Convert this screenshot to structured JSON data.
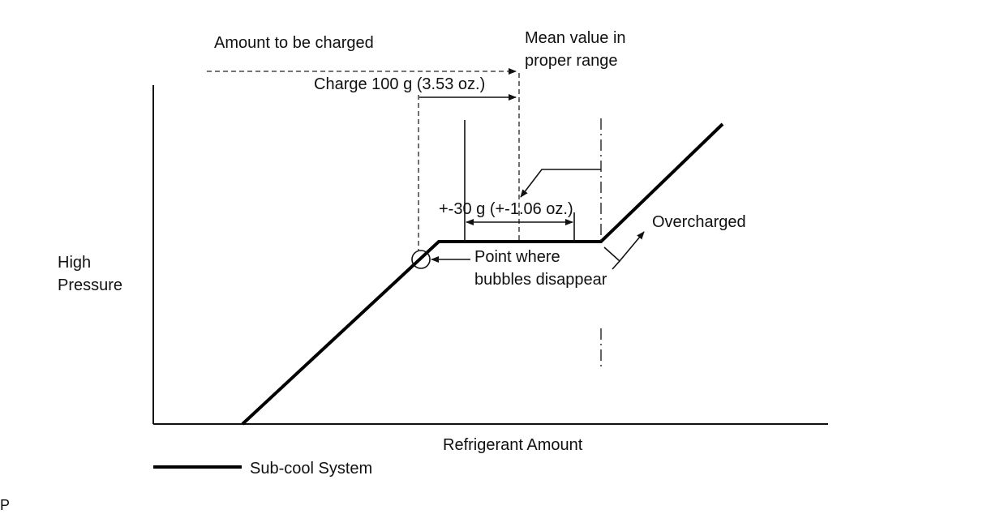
{
  "labels": {
    "amount_to_be_charged": "Amount to be charged",
    "mean_value_line1": "Mean value in",
    "mean_value_line2": "proper range",
    "charge_amount": "Charge 100 g (3.53 oz.)",
    "tolerance": "+-30 g (+-1.06 oz.)",
    "overcharged": "Overcharged",
    "point_line1": "Point where",
    "point_line2": "bubbles disappear",
    "y_axis_line1": "High",
    "y_axis_line2": "Pressure",
    "x_axis": "Refrigerant Amount",
    "legend_series": "Sub-cool System",
    "corner_mark": "P"
  },
  "colors": {
    "line": "#000000",
    "background": "#ffffff"
  }
}
